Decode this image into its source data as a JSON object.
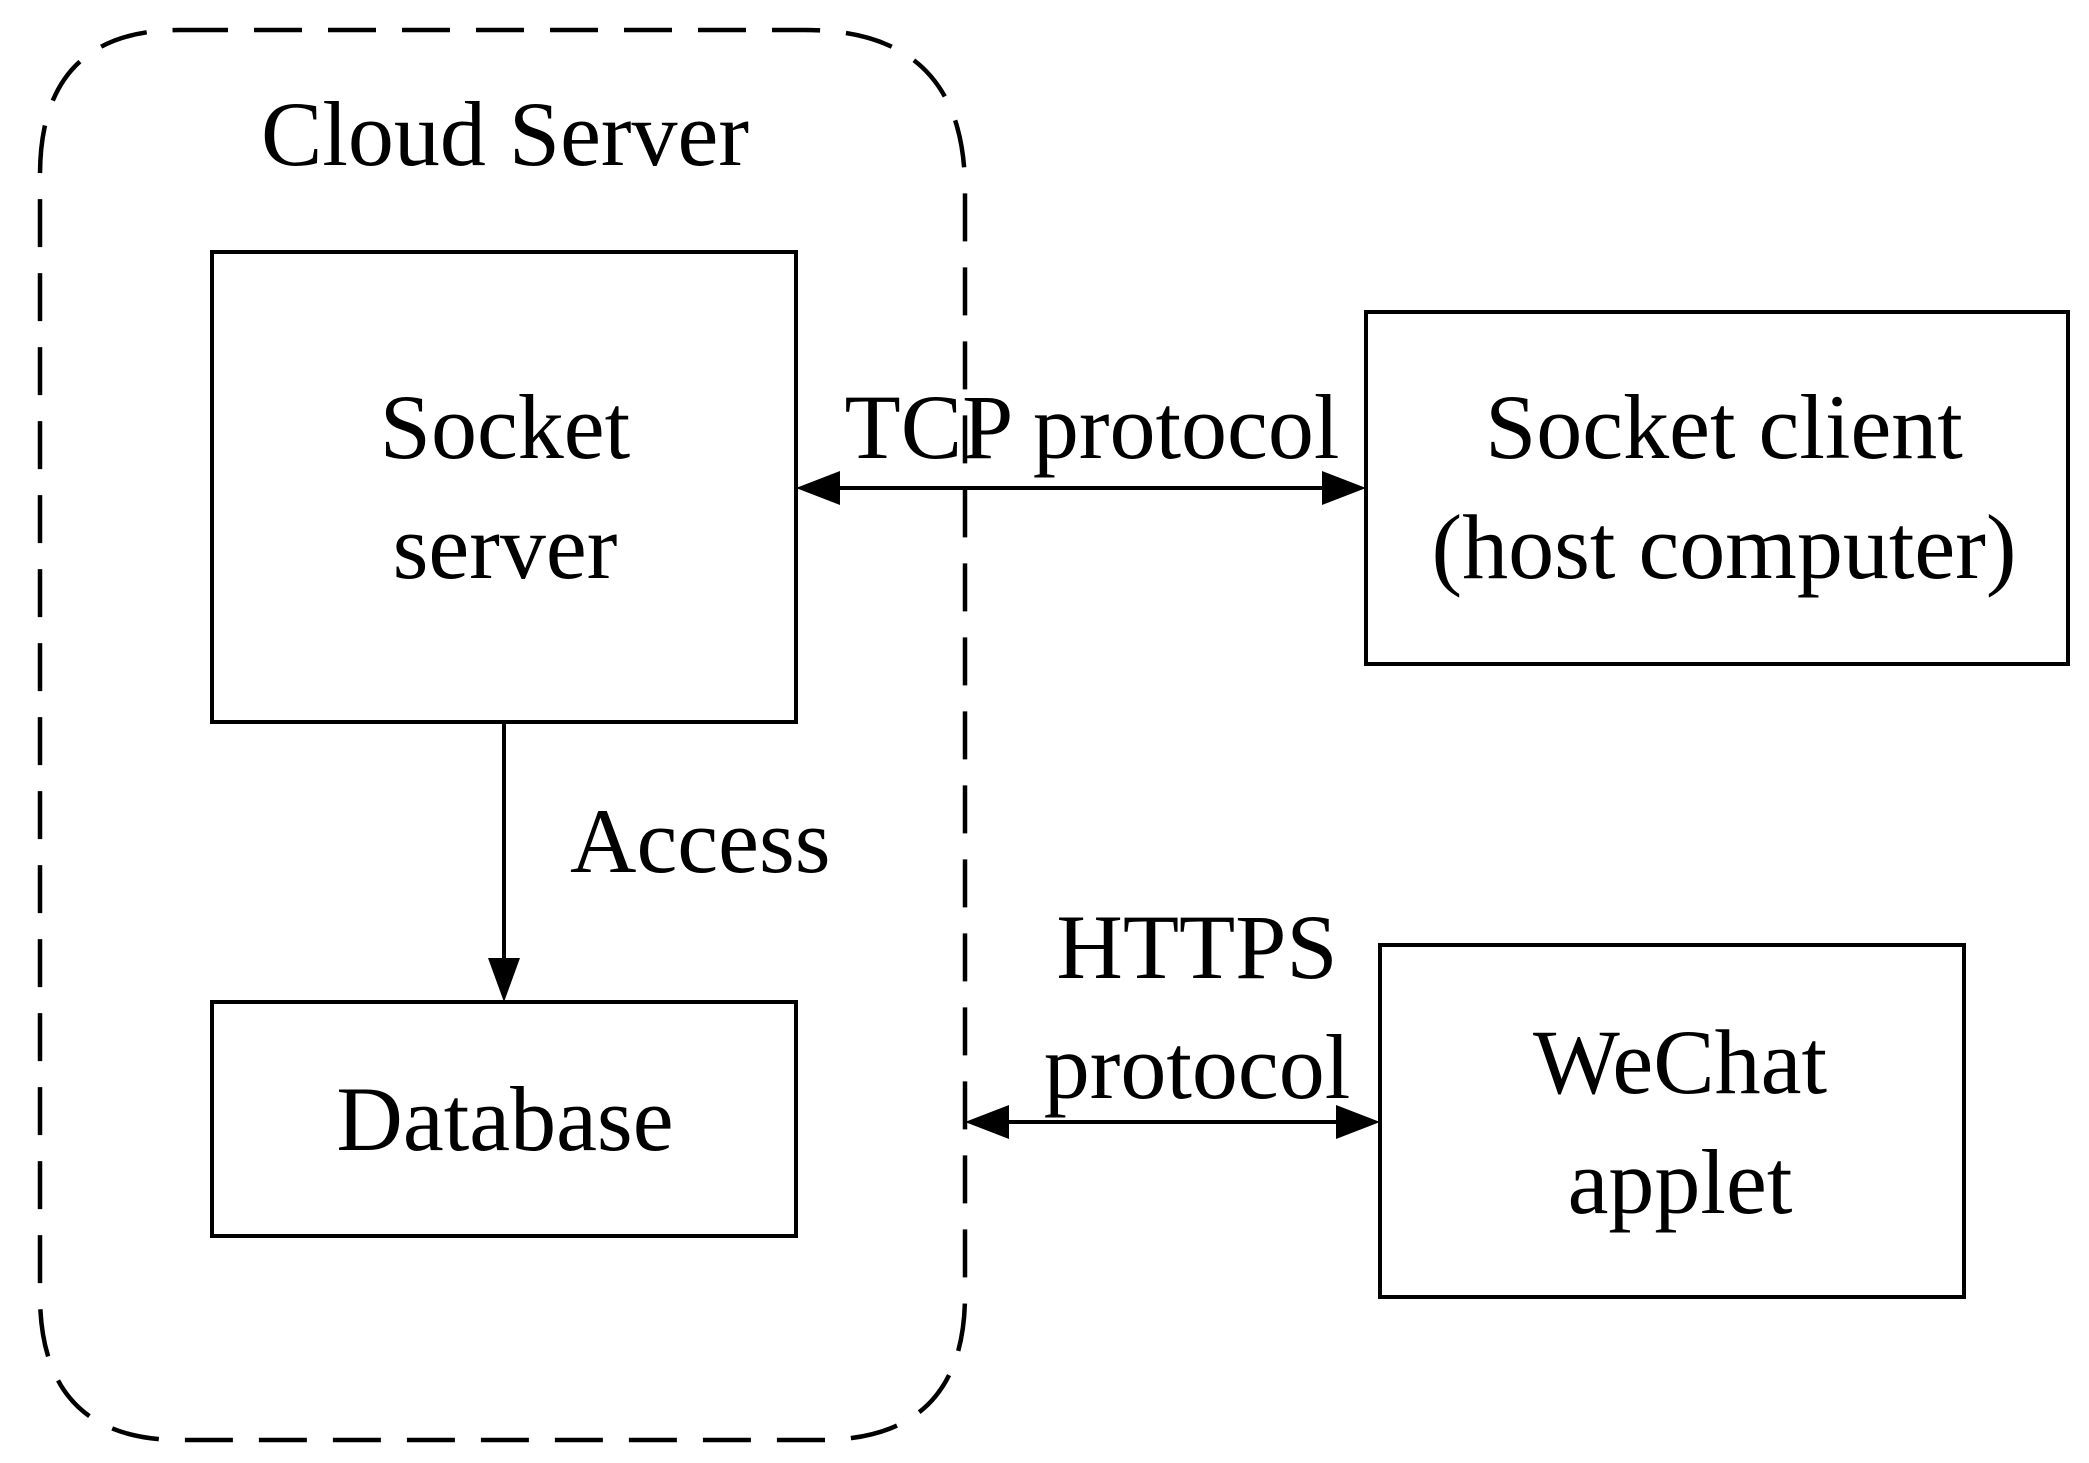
{
  "cloud": {
    "title": "Cloud Server"
  },
  "nodes": {
    "socket_server": {
      "line1": "Socket",
      "line2": "server"
    },
    "database": {
      "label": "Database"
    },
    "socket_client": {
      "line1": "Socket client",
      "line2": "(host computer)"
    },
    "wechat_applet": {
      "line1": "WeChat",
      "line2": "applet"
    }
  },
  "edges": {
    "access": {
      "label": "Access"
    },
    "tcp": {
      "label": "TCP protocol"
    },
    "https": {
      "line1": "HTTPS",
      "line2": "protocol"
    }
  },
  "colors": {
    "stroke": "#000000",
    "background": "#ffffff"
  }
}
